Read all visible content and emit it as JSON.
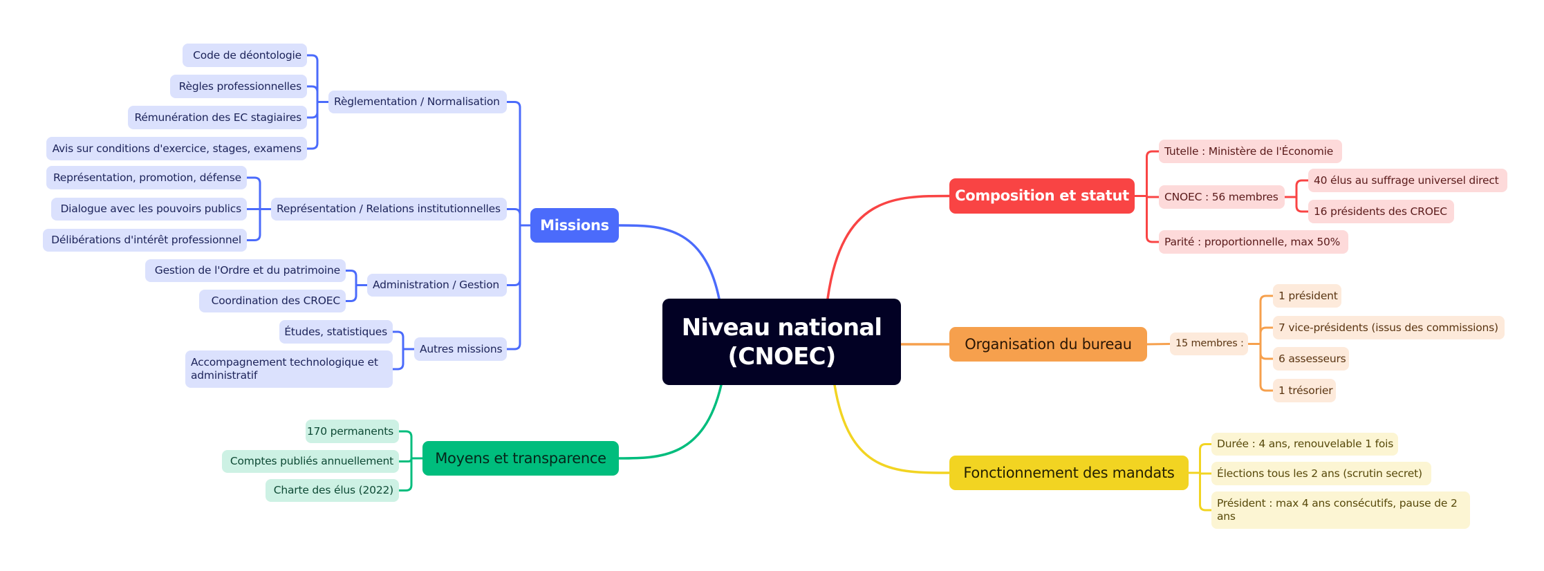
{
  "colors": {
    "center": "#020124",
    "missions": "#4b6bfb",
    "moyens": "#00bd7d",
    "composition": "#f94444",
    "organisation": "#f6a04d",
    "fonctionnement": "#f2d422"
  },
  "center": {
    "line1": "Niveau national",
    "line2": "(CNOEC)"
  },
  "missions": {
    "label": "Missions",
    "groups": [
      {
        "label": "Règlementation / Normalisation",
        "items": [
          "Code de déontologie",
          "Règles professionnelles",
          "Rémunération des EC stagiaires",
          "Avis sur conditions d'exercice, stages, examens"
        ]
      },
      {
        "label": "Représentation / Relations institutionnelles",
        "items": [
          "Représentation, promotion, défense",
          "Dialogue avec les pouvoirs publics",
          "Délibérations d'intérêt professionnel"
        ]
      },
      {
        "label": "Administration / Gestion",
        "items": [
          "Gestion de l'Ordre et du patrimoine",
          "Coordination des CROEC"
        ]
      },
      {
        "label": "Autres missions",
        "items": [
          "Études, statistiques",
          "Accompagnement technologique et administratif"
        ]
      }
    ]
  },
  "moyens": {
    "label": "Moyens et transparence",
    "items": [
      "170 permanents",
      "Comptes publiés annuellement",
      "Charte des élus (2022)"
    ]
  },
  "composition": {
    "label": "Composition et statut",
    "tutelle": "Tutelle : Ministère de l'Économie",
    "cnoec": "CNOEC : 56 membres",
    "cnoec_items": [
      "40 élus au suffrage universel direct",
      "16 présidents des CROEC"
    ],
    "parite": "Parité : proportionnelle, max 50%"
  },
  "organisation": {
    "label": "Organisation du bureau",
    "membres": "15 membres :",
    "items": [
      "1 président",
      "7 vice-présidents (issus des commissions)",
      "6 assesseurs",
      "1 trésorier"
    ]
  },
  "fonctionnement": {
    "label": "Fonctionnement des mandats",
    "items": [
      "Durée : 4 ans, renouvelable 1 fois",
      "Élections tous les 2 ans (scrutin secret)",
      "Président : max 4 ans consécutifs, pause de 2 ans"
    ]
  }
}
